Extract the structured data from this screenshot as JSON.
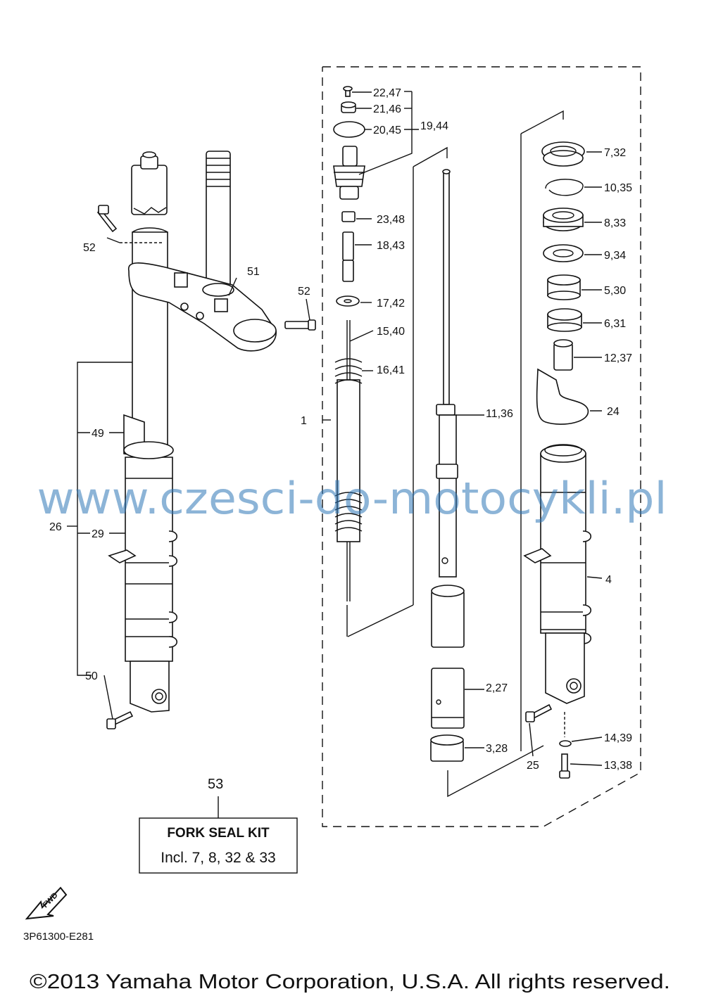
{
  "labels": {
    "l_22_47": "22,47",
    "l_21_46": "21,46",
    "l_20_45": "20,45",
    "l_19_44": "19,44",
    "l_23_48": "23,48",
    "l_18_43": "18,43",
    "l_17_42": "17,42",
    "l_15_40": "15,40",
    "l_16_41": "16,41",
    "l_1": "1",
    "l_11_36": "11,36",
    "l_2_27": "2,27",
    "l_3_28": "3,28",
    "l_7_32": "7,32",
    "l_10_35": "10,35",
    "l_8_33": "8,33",
    "l_9_34": "9,34",
    "l_5_30": "5,30",
    "l_6_31": "6,31",
    "l_12_37": "12,37",
    "l_24": "24",
    "l_4": "4",
    "l_25": "25",
    "l_14_39": "14,39",
    "l_13_38": "13,38",
    "l_52a": "52",
    "l_52b": "52",
    "l_51": "51",
    "l_49": "49",
    "l_26": "26",
    "l_29": "29",
    "l_50": "50",
    "l_53": "53"
  },
  "kit": {
    "title": "FORK SEAL KIT",
    "subtitle": "Incl. 7, 8, 32 & 33"
  },
  "fwd_label": "FWD",
  "diagram_code": "3P61300-E281",
  "watermark": "www.czesci-do-motocykli.pl",
  "copyright": "©2013 Yamaha Motor Corporation, U.S.A. All rights reserved."
}
